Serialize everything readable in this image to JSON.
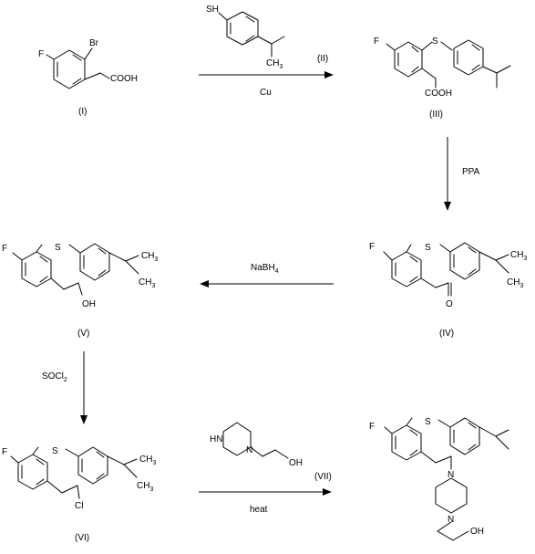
{
  "compounds": {
    "I": {
      "label": "(I)",
      "atoms": {
        "F": "F",
        "Br": "Br",
        "COOH": "COOH"
      }
    },
    "II": {
      "label": "(II)",
      "atoms": {
        "SH": "SH",
        "CH3": "CH",
        "CH3_sub": "3"
      }
    },
    "III": {
      "label": "(III)",
      "atoms": {
        "F": "F",
        "S": "S",
        "COOH": "COOH"
      }
    },
    "IV": {
      "label": "(IV)",
      "atoms": {
        "F": "F",
        "S": "S",
        "O": "O",
        "CH3a": "CH",
        "CH3a_sub": "3",
        "CH3b": "CH",
        "CH3b_sub": "3"
      }
    },
    "V": {
      "label": "(V)",
      "atoms": {
        "F": "F",
        "S": "S",
        "OH": "OH",
        "CH3a": "CH",
        "CH3a_sub": "3",
        "CH3b": "CH",
        "CH3b_sub": "3"
      }
    },
    "VI": {
      "label": "(VI)",
      "atoms": {
        "F": "F",
        "S": "S",
        "Cl": "Cl",
        "CH3a": "CH",
        "CH3a_sub": "3",
        "CH3b": "CH",
        "CH3b_sub": "3"
      }
    },
    "VII": {
      "label": "(VII)",
      "atoms": {
        "HN": "HN",
        "N": "N",
        "OH": "OH"
      }
    },
    "product": {
      "atoms": {
        "F": "F",
        "S": "S",
        "N1": "N",
        "N2": "N",
        "OH": "OH"
      }
    }
  },
  "reagents": {
    "step1": "Cu",
    "step2": "PPA",
    "step3_main": "NaBH",
    "step3_sub": "4",
    "step4_main": "SOCl",
    "step4_sub": "2",
    "step5": "heat"
  }
}
